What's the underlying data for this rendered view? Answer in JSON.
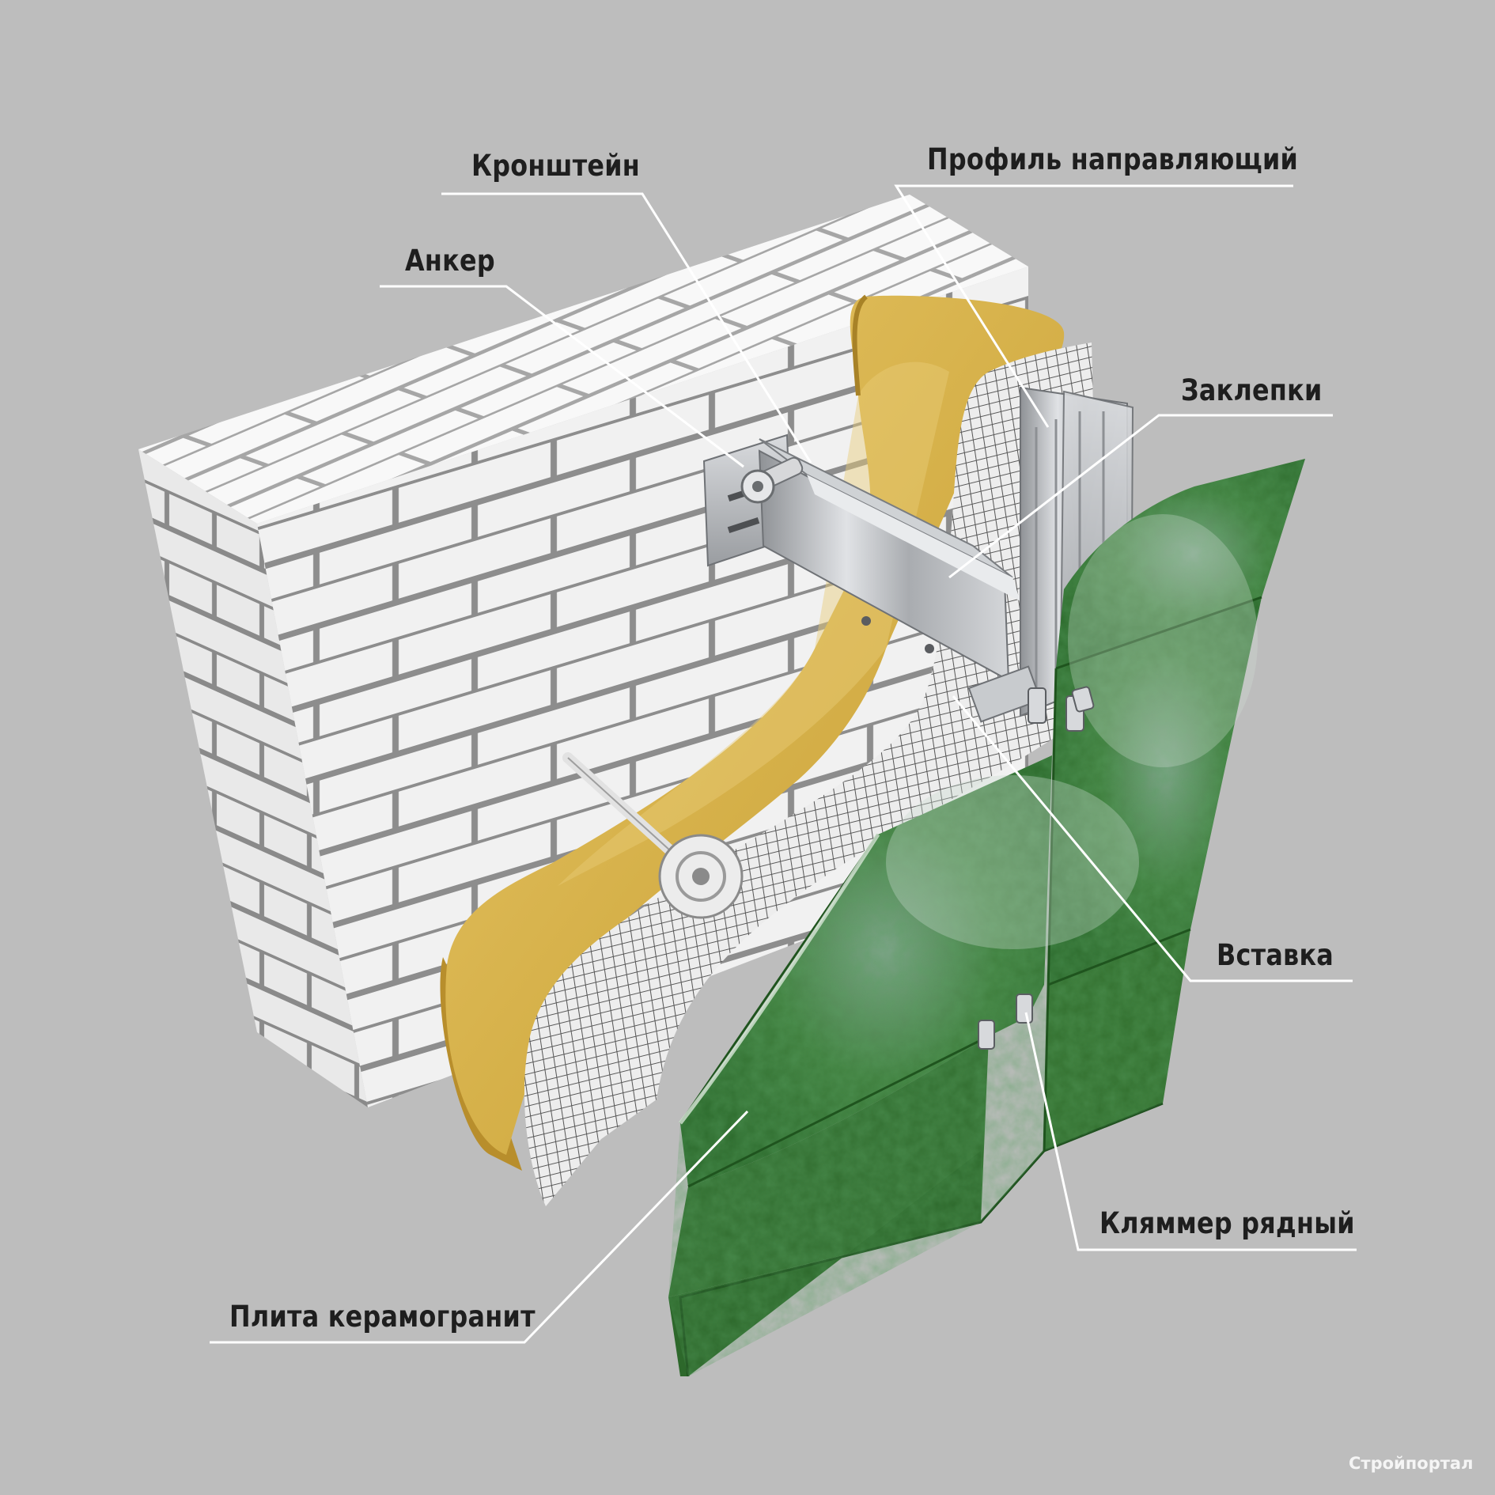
{
  "diagram": {
    "labels": {
      "kronshtein": "Кронштейн",
      "profil": "Профиль направляющий",
      "anker": "Анкер",
      "zaklepki": "Заклепки",
      "vstavka": "Вставка",
      "klyammer": "Кляммер рядный",
      "plita": "Плита керамогранит"
    },
    "watermark": "Стройпортал"
  },
  "colors": {
    "background": "#bdbdbd",
    "brick": "#f2f2f2",
    "mortar": "#8e8e8e",
    "insulation": "#d9b64c",
    "mesh": "#e4e4e4",
    "metal": "#b9bcc0",
    "tile": "#3e7d3a",
    "leader": "#ffffff"
  }
}
